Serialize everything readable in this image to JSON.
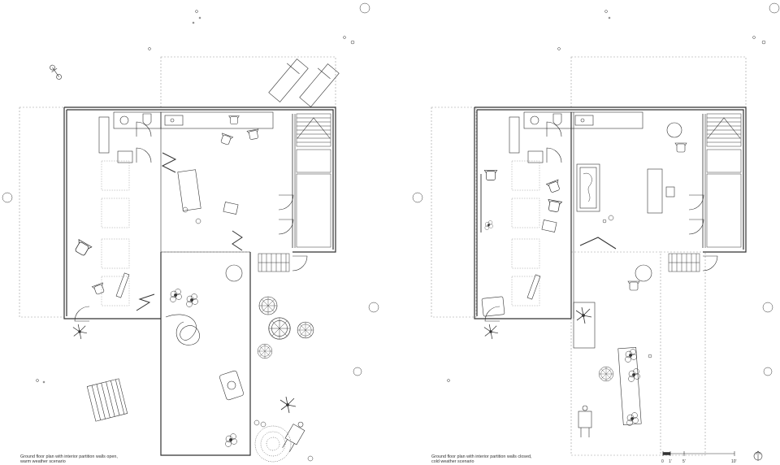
{
  "captions": {
    "open": {
      "line1": "Ground floor plan with interior partition walls open,",
      "line2": "warm weather scenario"
    },
    "closed": {
      "line1": "Ground floor plan with interior partition walls closed,",
      "line2": "cold weather scenario"
    }
  },
  "scale_bar": {
    "labels": [
      "0",
      "1'",
      "5'",
      "10'"
    ]
  },
  "colors": {
    "line": "#333333",
    "dashed": "#999999",
    "background": "#ffffff"
  },
  "icons": [
    "north-arrow-icon",
    "tree-icon",
    "plant-icon",
    "chair-icon",
    "lounger-icon",
    "picnic-table-icon",
    "wheelbarrow-icon"
  ]
}
